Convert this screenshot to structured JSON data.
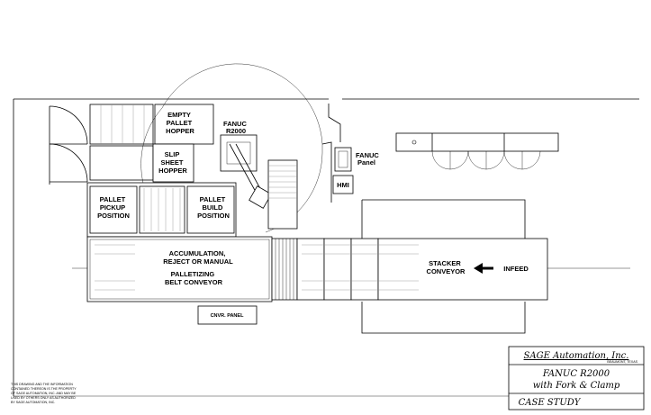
{
  "labels": {
    "empty_pallet_hopper": [
      "EMPTY",
      "PALLET",
      "HOPPER"
    ],
    "fanuc_robot": [
      "FANUC",
      "R2000"
    ],
    "slip_sheet_hopper": [
      "SLIP",
      "SHEET",
      "HOPPER"
    ],
    "fanuc_panel": [
      "FANUC",
      "Panel"
    ],
    "hmi": "HMI",
    "pallet_pickup_position": [
      "PALLET",
      "PICKUP",
      "POSITION"
    ],
    "pallet_build_position": [
      "PALLET",
      "BUILD",
      "POSITION"
    ],
    "accumulation": [
      "ACCUMULATION,",
      "REJECT OR MANUAL"
    ],
    "palletizing_conveyor": [
      "PALLETIZING",
      "BELT CONVEYOR"
    ],
    "stacker_conveyor": [
      "STACKER",
      "CONVEYOR"
    ],
    "infeed": "INFEED",
    "cnvr_panel": "CNVR. PANEL"
  },
  "title_block": {
    "company": "SAGE Automation, Inc.",
    "location": "BEAUMONT, TEXAS",
    "title_line1": "FANUC R2000",
    "title_line2": "with Fork & Clamp",
    "subtitle": "CASE STUDY"
  },
  "proprietary_note": [
    "THIS DRAWING AND THE INFORMATION",
    "CONTAINED THEREON IS THE PROPERTY",
    "OF SAGE AUTOMATION, INC. AND MAY BE",
    "USED BY OTHERS ONLY AS AUTHORIZED",
    "BY SAGE AUTOMATION, INC."
  ],
  "colors": {
    "line": "#000000",
    "background": "#ffffff",
    "light_line": "#888888"
  }
}
